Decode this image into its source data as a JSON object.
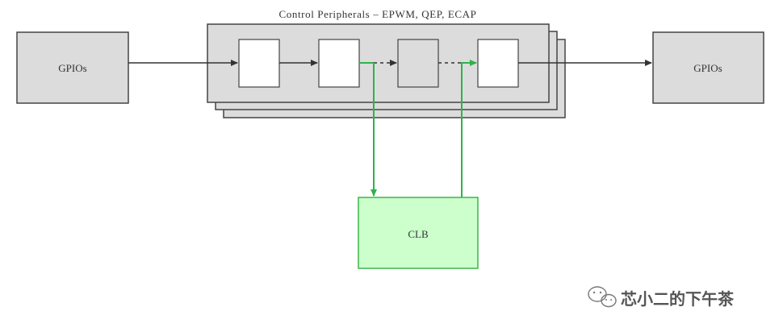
{
  "diagram": {
    "title": "Control Peripherals  –  EPWM, QEP, ECAP",
    "left_block": {
      "label": "GPIOs"
    },
    "right_block": {
      "label": "GPIOs"
    },
    "clb_block": {
      "label": "CLB"
    },
    "watermark": {
      "text": "芯小二的下午茶"
    }
  },
  "colors": {
    "block_fill": "#dcdcdc",
    "block_stroke": "#444444",
    "clb_fill": "#ccffcc",
    "clb_stroke": "#3cb54a",
    "green_arrow": "#2db34a",
    "dark_arrow": "#333333"
  }
}
